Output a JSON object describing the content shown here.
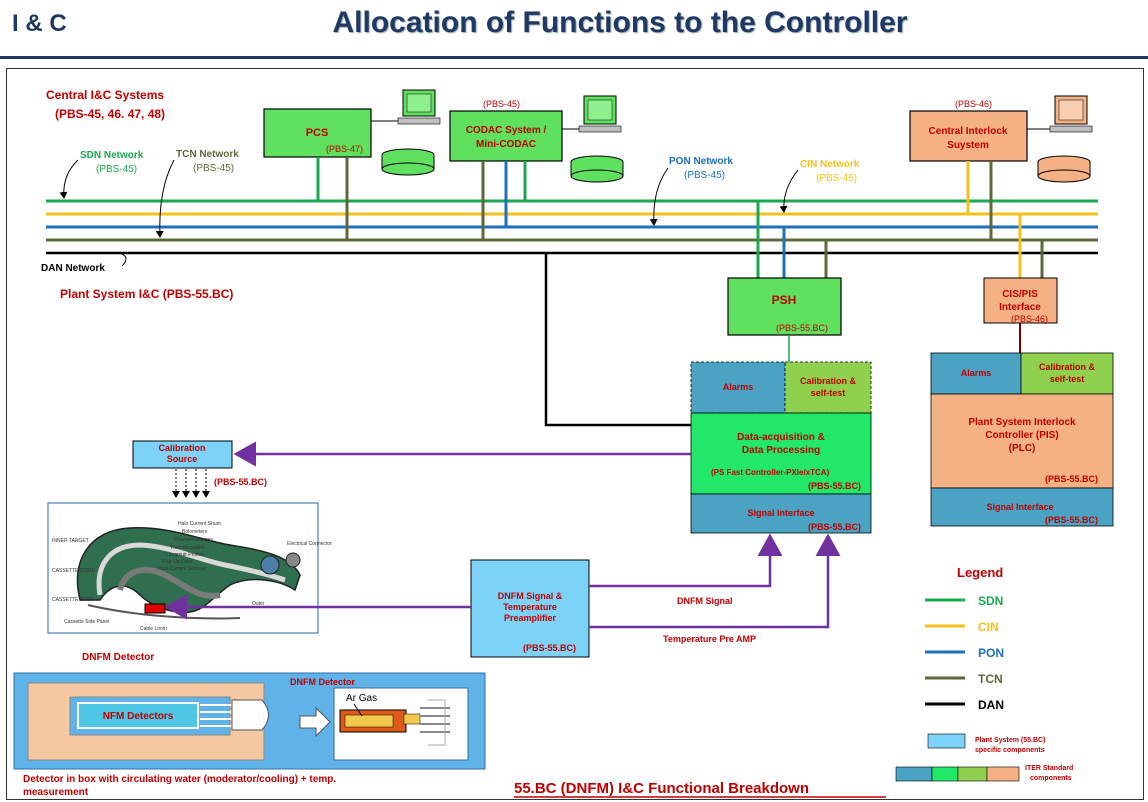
{
  "header": {
    "section": "I & C",
    "title": "Allocation of Functions to the Controller"
  },
  "central": {
    "title": "Central I&C Systems",
    "pbs": "(PBS-45, 46. 47, 48)",
    "pcs": {
      "label": "PCS",
      "pbs": "(PBS-47)"
    },
    "codac": {
      "pbs_top": "(PBS-45)",
      "line1": "CODAC System /",
      "line2": "Mini-CODAC"
    },
    "cis": {
      "pbs_top": "(PBS-46)",
      "line1": "Central Interlock",
      "line2": "Suystem"
    }
  },
  "networks": {
    "sdn": {
      "label": "SDN Network",
      "pbs": "(PBS-45)"
    },
    "tcn": {
      "label": "TCN Network",
      "pbs": "(PBS-45)"
    },
    "pon": {
      "label": "PON Network",
      "pbs": "(PBS-45)"
    },
    "cin": {
      "label": "CIN Network",
      "pbs": "(PBS-46)"
    },
    "dan": {
      "label": "DAN Network"
    }
  },
  "plant": {
    "title": "Plant System I&C (PBS-55.BC)",
    "psh": {
      "label": "PSH",
      "pbs": "(PBS-55.BC)"
    },
    "cispis": {
      "line1": "CIS/PIS",
      "line2": "Interface",
      "pbs": "(PBS-46)"
    },
    "alarms": "Alarms",
    "calib": {
      "line1": "Calibration &",
      "line2": "self-test"
    },
    "daq": {
      "line1": "Data-acquisition &",
      "line2": "Data Processing",
      "line3": "(PS Fast Controller-PXIe/xTCA)",
      "pbs": "(PBS-55.BC)"
    },
    "signal": {
      "label": "Signal Interface",
      "pbs": "(PBS-55.BC)"
    },
    "pis_alarms": "Alarms",
    "pis_calib": {
      "line1": "Calibration &",
      "line2": "self-test"
    },
    "pis": {
      "line1": "Plant System Interlock",
      "line2": "Controller (PIS)",
      "line3": "(PLC)",
      "pbs": "(PBS-55.BC)"
    },
    "pis_signal": {
      "label": "Signal Interface",
      "pbs": "(PBS-55.BC)"
    }
  },
  "field": {
    "calib_source": {
      "line1": "Calibration",
      "line2": "Source",
      "pbs": "(PBS-55.BC)"
    },
    "dnfm": {
      "line1": "DNFM Signal &",
      "line2": "Temperature",
      "line3": "Preamplifier",
      "pbs": "(PBS-55.BC)"
    },
    "dnfm_signal": "DNFM Signal",
    "temp_preamp": "Temperature Pre AMP",
    "dnfm_detector": "DNFM Detector",
    "cassette_labels": [
      "INNER TARGET",
      "CASSETTE DOME",
      "CASSETTE BODY",
      "Cassette Side Panel",
      "Outer",
      "Cable Loom",
      "Electrical Connector",
      "Halo Current Shunt",
      "Bolometers",
      "Pressure Gauges",
      "Thermocouples",
      "Langmuir Probes",
      "Pick-Up Coils",
      "Halo Current Sensors"
    ],
    "nfm_detectors": "NFM Detectors",
    "dnfm_detector2": "DNFM Detector",
    "ar_gas": "Ar Gas",
    "caption": "Detector in box with circulating water  (moderator/cooling) + temp. measurement"
  },
  "legend": {
    "title": "Legend",
    "items": [
      {
        "label": "SDN",
        "color": "#1aa850"
      },
      {
        "label": "CIN",
        "color": "#f5c21c"
      },
      {
        "label": "PON",
        "color": "#1f6fbf"
      },
      {
        "label": "TCN",
        "color": "#5b6a3a"
      },
      {
        "label": "DAN",
        "color": "#000000"
      }
    ],
    "plant_specific": {
      "line1": "Plant System (55.BC)",
      "line2": "specific components"
    },
    "iter_standard": {
      "line1": "ITER Standard",
      "line2": "components"
    }
  },
  "footer": "55.BC (DNFM) I&C Functional Breakdown",
  "colors": {
    "sdn": "#1aa850",
    "cin": "#f5c21c",
    "pon": "#1f6fbf",
    "tcn": "#5b6a3a",
    "dan": "#000000",
    "green_box": "#5fe05f",
    "bright_green": "#22e86a",
    "lime": "#8fd14f",
    "orange": "#f4b183",
    "teal": "#4aa3c2",
    "light_blue": "#7cd3f7",
    "purple": "#7030a0",
    "red_text": "#c00000",
    "navy": "#1f3864"
  }
}
